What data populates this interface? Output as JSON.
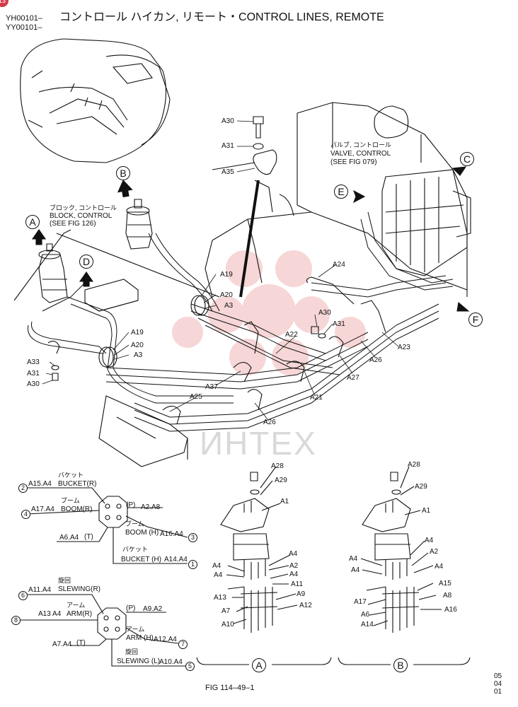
{
  "header": {
    "badge": "13",
    "code1": "YH00101–",
    "code2": "YY00101–",
    "title": "コントロール ハイカン, リモート・CONTROL LINES, REMOTE"
  },
  "watermark": "ИНТЕХ",
  "callouts": {
    "A": "A",
    "B": "B",
    "C": "C",
    "D": "D",
    "E": "E",
    "F": "F"
  },
  "notes": {
    "block_jp": "ブロック, コントロール",
    "block_en": "BLOCK, CONTROL",
    "block_ref": "(SEE FIG 126)",
    "valve_jp": "バルブ, コントロール",
    "valve_en": "VALVE, CONTROL",
    "valve_ref": "(SEE FIG 079)"
  },
  "labels": {
    "A30a": "A30",
    "A31a": "A31",
    "A35": "A35",
    "A19a": "A19",
    "A20a": "A20",
    "A3a": "A3",
    "A24": "A24",
    "A19b": "A19",
    "A20b": "A20",
    "A3b": "A3",
    "A30b": "A30",
    "A31b": "A31",
    "A22": "A22",
    "A23": "A23",
    "A33": "A33",
    "A31c": "A31",
    "A30c": "A30",
    "A26a": "A26",
    "A27": "A27",
    "A37": "A37",
    "A21": "A21",
    "A25": "A25",
    "A26b": "A26"
  },
  "portA": {
    "n2": "2",
    "n4": "4",
    "n3": "3",
    "n1": "1",
    "a15": "A15.A4",
    "bucket_r_jp": "バケット",
    "bucket_r": "BUCKET(R)",
    "a17": "A17.A4",
    "boom_r_jp": "ブーム",
    "boom_r": "BOOM(R)",
    "p": "(P)",
    "a2": "A2.A8",
    "boom_h_jp": "ブーム",
    "boom_h": "BOOM (H)",
    "a16": "A16.A4",
    "a6": "A6.A4",
    "t": "(T)",
    "bucket_h_jp": "バケット",
    "bucket_h": "BUCKET (H)",
    "a14": "A14.A4"
  },
  "portB": {
    "n6": "6",
    "n8": "8",
    "n7": "7",
    "n5": "5",
    "a11": "A11.A4",
    "slew_r_jp": "旋回",
    "slew_r": "SLEWING(R)",
    "arm_r_jp": "アーム",
    "a13": "A13 A4",
    "arm_r": "ARM(R)",
    "p": "(P)",
    "a9": "A9.A2",
    "arm_h_jp": "アーム",
    "arm_h": "ARM (H)",
    "a12": "A12.A4",
    "a7": "A7.A4",
    "t": "(T)",
    "slew_l_jp": "旋回",
    "slew_l": "SLEWING (L)",
    "a10": "A10.A4"
  },
  "valveA": {
    "A28": "A28",
    "A29": "A29",
    "A1": "A1",
    "A4a": "A4",
    "A4b": "A4",
    "A2": "A2",
    "A4c": "A4",
    "A4d": "A4",
    "A11": "A11",
    "A13": "A13",
    "A9": "A9",
    "A7": "A7",
    "A12": "A12",
    "A10": "A10",
    "caption": "A"
  },
  "valveB": {
    "A28": "A28",
    "A29": "A29",
    "A1": "A1",
    "A4a": "A4",
    "A2": "A2",
    "A4b": "A4",
    "A4c": "A4",
    "A4d": "A4",
    "A15": "A15",
    "A17": "A17",
    "A8": "A8",
    "A6": "A6",
    "A16": "A16",
    "A14": "A14",
    "caption": "B"
  },
  "footer": {
    "fig": "FIG 114–49–1",
    "rev1": "05",
    "rev2": "04",
    "rev3": "01"
  }
}
